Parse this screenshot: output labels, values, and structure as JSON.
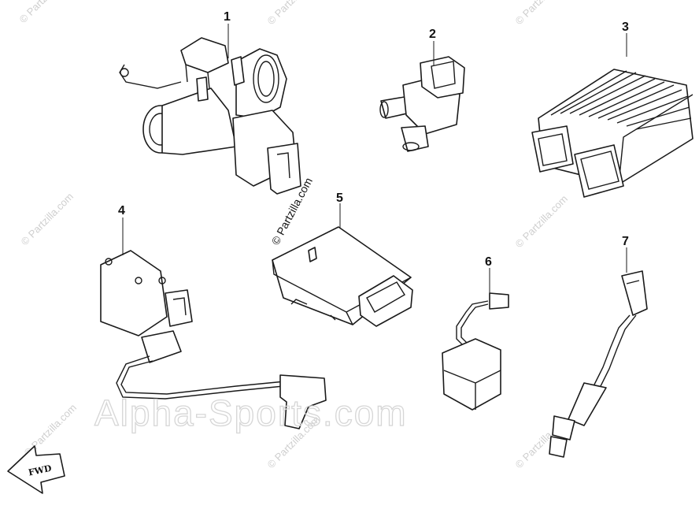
{
  "watermarks": {
    "small_text": "© Partzilla.com",
    "center_text": "© Partzilla.com",
    "big_text": "Alpha-Sports.com"
  },
  "callouts": [
    {
      "id": "1",
      "label": "1"
    },
    {
      "id": "2",
      "label": "2"
    },
    {
      "id": "3",
      "label": "3"
    },
    {
      "id": "4",
      "label": "4"
    },
    {
      "id": "5",
      "label": "5"
    },
    {
      "id": "6",
      "label": "6"
    },
    {
      "id": "7",
      "label": "7"
    }
  ],
  "direction_arrow": {
    "label": "FWD"
  },
  "colors": {
    "line": "#1a1a1a",
    "watermark": "#cfcfcf",
    "background": "#ffffff"
  }
}
